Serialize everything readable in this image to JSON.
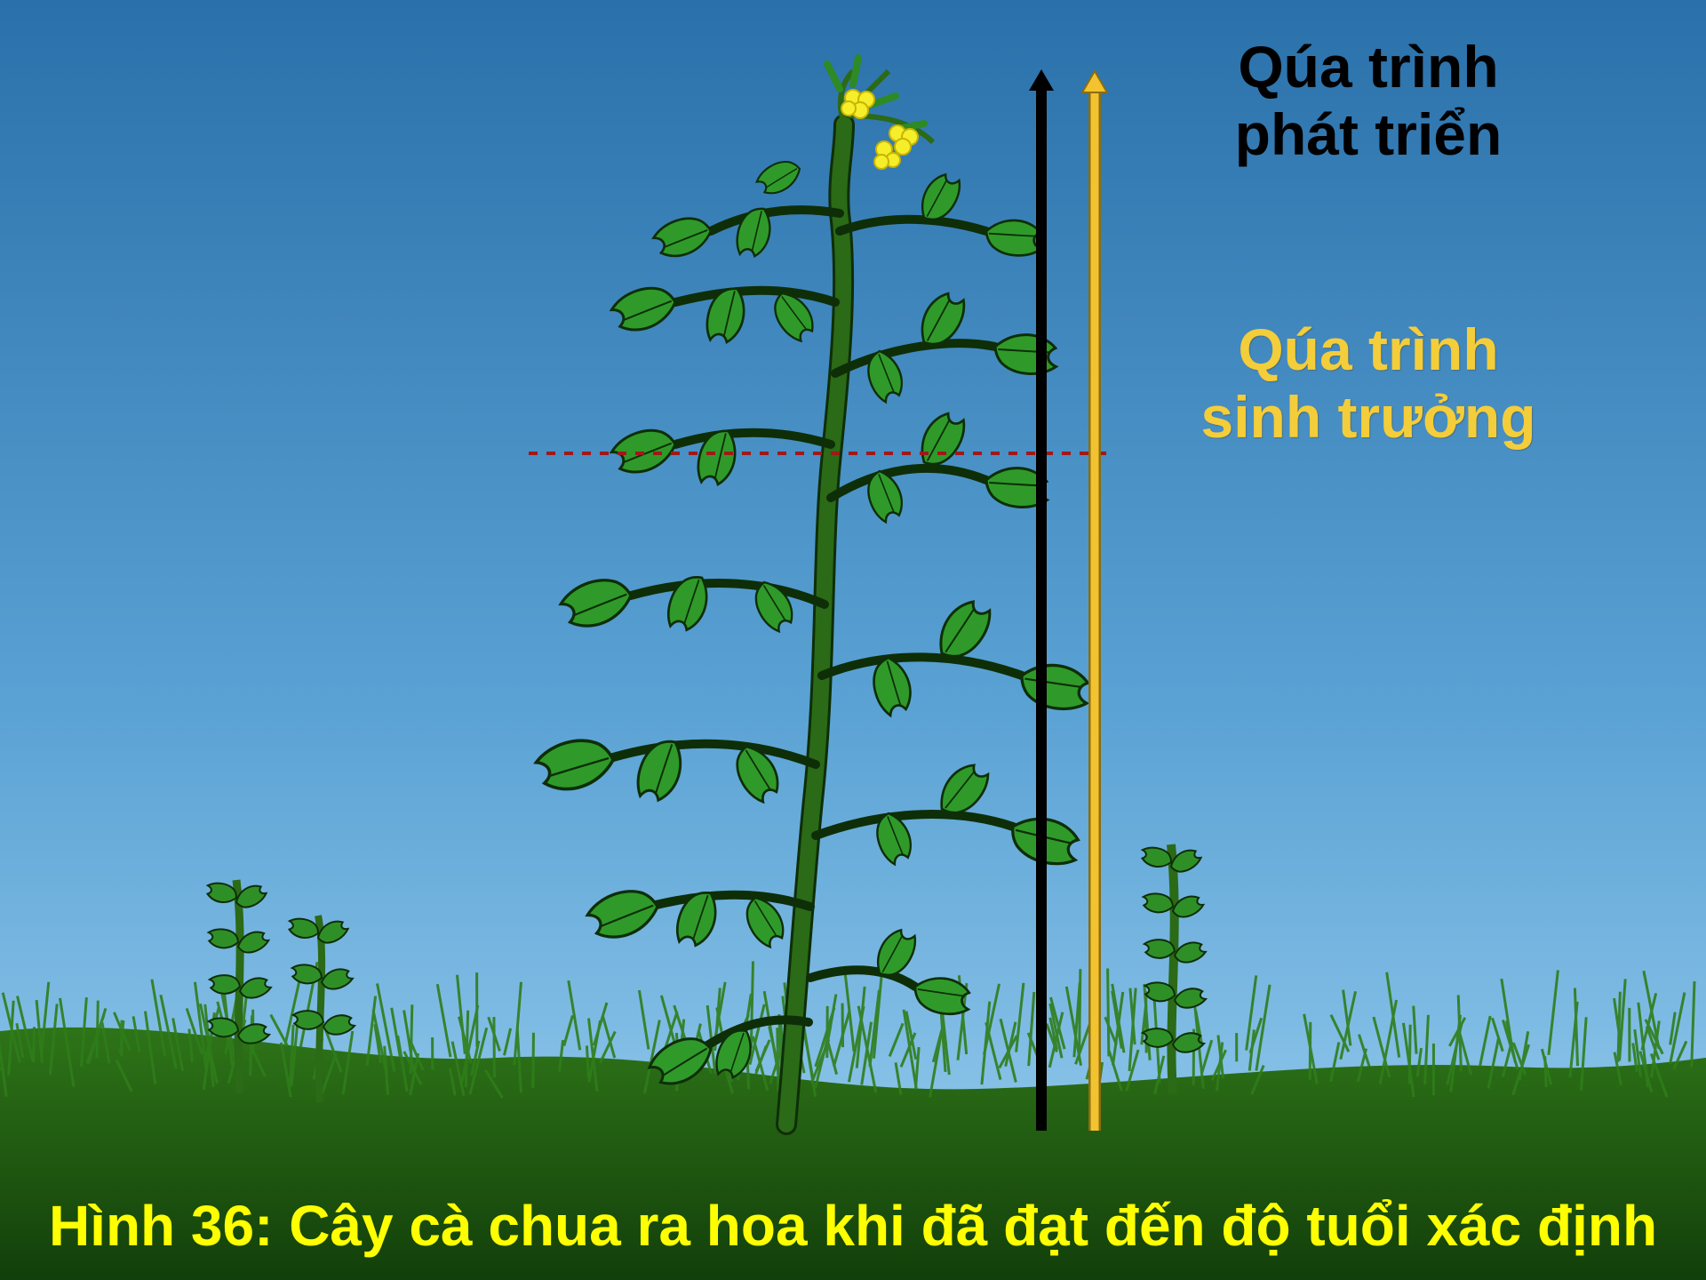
{
  "labels": {
    "development_line1": "Qúa trình",
    "development_line2": "phát triển",
    "growth_line1": "Qúa trình",
    "growth_line2": "sinh trưởng"
  },
  "caption": "Hình 36: Cây cà chua ra hoa khi đã đạt đến độ tuổi xác định",
  "colors": {
    "sky_top": "#2c73ad",
    "sky_bottom": "#8fc6ea",
    "ground": "#1f5a12",
    "leaf": "#2f9a2a",
    "stem": "#2b6a16",
    "development_arrow": "#000000",
    "growth_arrow": "#f2c230",
    "threshold_line": "#a01818",
    "flower": "#f6ee2a",
    "caption_text": "#ffff00"
  },
  "icons": [
    "tomato-plant",
    "small-plant-left",
    "small-plant-right",
    "flowers",
    "arrow-up-icon"
  ]
}
